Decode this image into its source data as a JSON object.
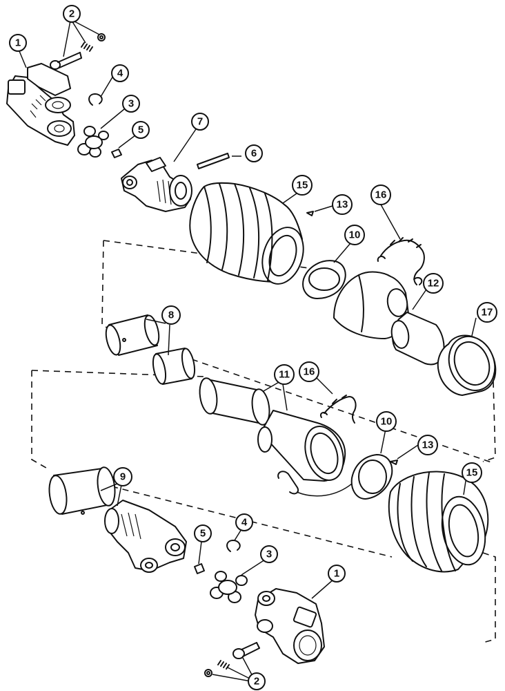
{
  "callouts": [
    {
      "id": "c1a",
      "label": "1"
    },
    {
      "id": "c2a",
      "label": "2"
    },
    {
      "id": "c3a",
      "label": "3"
    },
    {
      "id": "c4a",
      "label": "4"
    },
    {
      "id": "c5a",
      "label": "5"
    },
    {
      "id": "c6",
      "label": "6"
    },
    {
      "id": "c7",
      "label": "7"
    },
    {
      "id": "c15a",
      "label": "15"
    },
    {
      "id": "c13a",
      "label": "13"
    },
    {
      "id": "c16a",
      "label": "16"
    },
    {
      "id": "c10a",
      "label": "10"
    },
    {
      "id": "c8",
      "label": "8"
    },
    {
      "id": "c12",
      "label": "12"
    },
    {
      "id": "c17",
      "label": "17"
    },
    {
      "id": "c11",
      "label": "11"
    },
    {
      "id": "c16b",
      "label": "16"
    },
    {
      "id": "c10b",
      "label": "10"
    },
    {
      "id": "c13b",
      "label": "13"
    },
    {
      "id": "c9",
      "label": "9"
    },
    {
      "id": "c15b",
      "label": "15"
    },
    {
      "id": "c4b",
      "label": "4"
    },
    {
      "id": "c5b",
      "label": "5"
    },
    {
      "id": "c3b",
      "label": "3"
    },
    {
      "id": "c1b",
      "label": "1"
    },
    {
      "id": "c2b",
      "label": "2"
    }
  ]
}
